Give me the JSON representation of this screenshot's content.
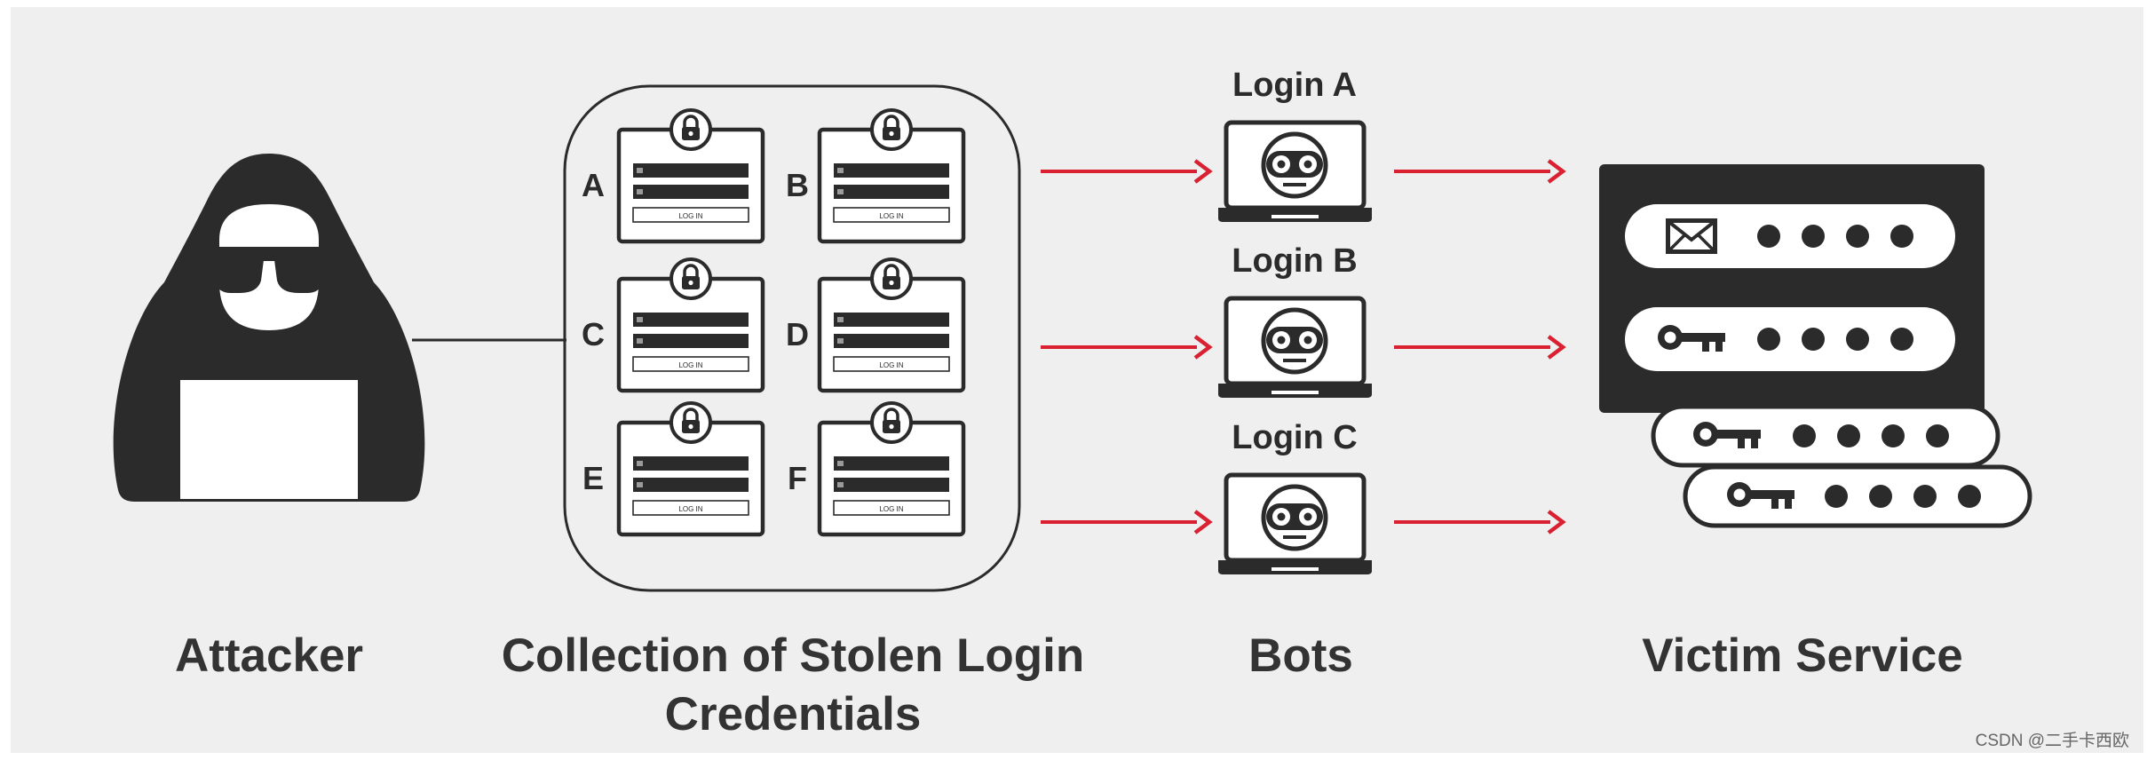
{
  "colors": {
    "ink": "#2b2b2b",
    "arrow": "#d92131",
    "background": "#efefef",
    "card": "#ffffff"
  },
  "attacker": {
    "label": "Attacker",
    "icon": "hooded-hacker-icon"
  },
  "collection": {
    "label_line1": "Collection of Stolen Login",
    "label_line2": "Credentials",
    "cards": [
      {
        "letter": "A",
        "button_text": "LOG IN"
      },
      {
        "letter": "B",
        "button_text": "LOG IN"
      },
      {
        "letter": "C",
        "button_text": "LOG IN"
      },
      {
        "letter": "D",
        "button_text": "LOG IN"
      },
      {
        "letter": "E",
        "button_text": "LOG IN"
      },
      {
        "letter": "F",
        "button_text": "LOG IN"
      }
    ],
    "card_icon": "padlock-icon"
  },
  "bots": {
    "label": "Bots",
    "icon": "robot-laptop-icon",
    "items": [
      {
        "label": "Login A"
      },
      {
        "label": "Login B"
      },
      {
        "label": "Login C"
      }
    ]
  },
  "victim": {
    "label": "Victim Service",
    "rows": [
      {
        "icon": "envelope-icon",
        "dots": 4
      },
      {
        "icon": "key-icon",
        "dots": 4
      },
      {
        "icon": "key-icon",
        "dots": 4
      },
      {
        "icon": "key-icon",
        "dots": 4
      }
    ]
  },
  "watermark": "CSDN @二手卡西欧"
}
